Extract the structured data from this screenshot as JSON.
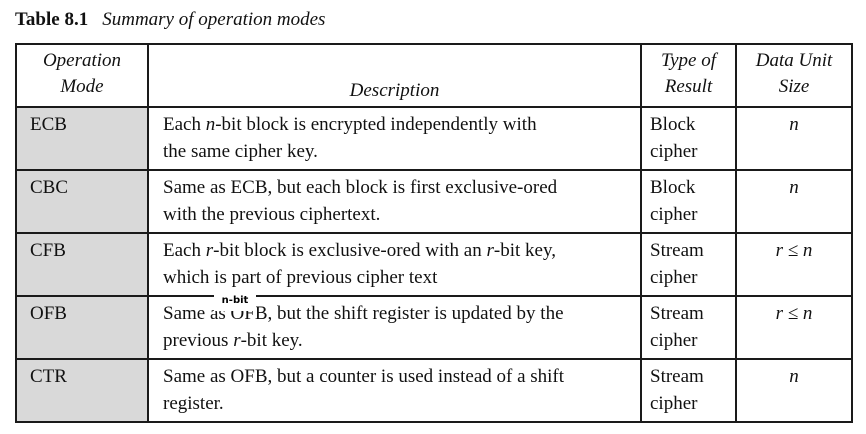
{
  "caption": {
    "number": "Table 8.1",
    "title": "Summary of operation modes"
  },
  "headers": {
    "mode": [
      "Operation",
      "Mode"
    ],
    "description": "Description",
    "result": [
      "Type of",
      "Result"
    ],
    "size": [
      "Data Unit",
      "Size"
    ]
  },
  "rows": [
    {
      "mode": "ECB",
      "description": [
        "Each n-bit block is encrypted independently with",
        "the same cipher key."
      ],
      "result": [
        "Block",
        "cipher"
      ],
      "size": "n"
    },
    {
      "mode": "CBC",
      "description": [
        "Same as ECB, but each block is first exclusive-ored",
        "with the previous ciphertext."
      ],
      "result": [
        "Block",
        "cipher"
      ],
      "size": "n"
    },
    {
      "mode": "CFB",
      "description": [
        "Each r-bit block is exclusive-ored with an r-bit key,",
        "which is part of previous cipher text"
      ],
      "result": [
        "Stream",
        "cipher"
      ],
      "size": "r ≤ n"
    },
    {
      "mode": "OFB",
      "description": [
        "Same as OFB, but the shift register is updated by the",
        "previous r-bit key."
      ],
      "result": [
        "Stream",
        "cipher"
      ],
      "size": "r ≤ n"
    },
    {
      "mode": "CTR",
      "description": [
        "Same as OFB, but a counter is used instead of a shift",
        "register."
      ],
      "result": [
        "Stream",
        "cipher"
      ],
      "size": "n"
    }
  ],
  "tooltip": "n-bit"
}
